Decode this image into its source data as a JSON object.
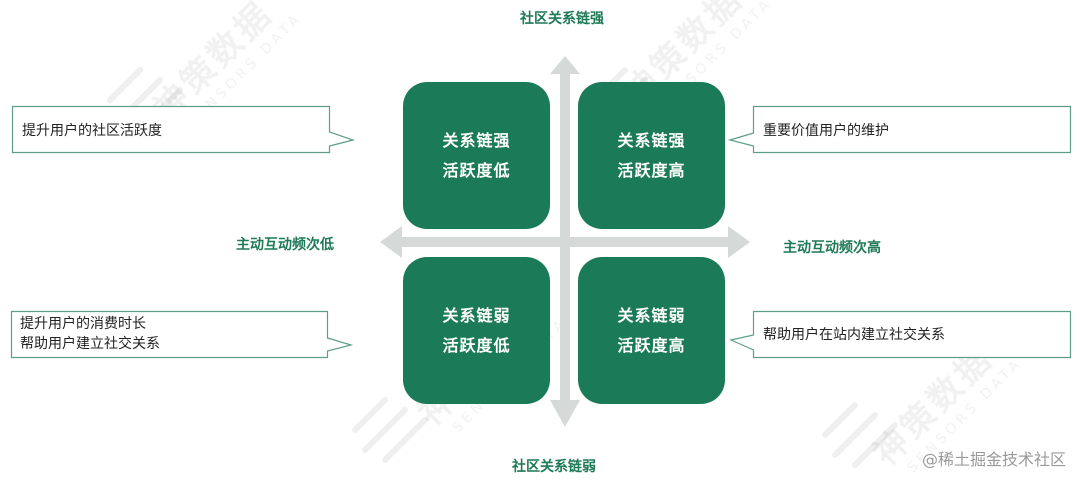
{
  "diagram": {
    "type": "quadrant",
    "axes": {
      "top": "社区关系链强",
      "bottom": "社区关系链弱",
      "left": "主动互动频次低",
      "right": "主动互动频次高"
    },
    "quadrants": [
      {
        "position": "top-left",
        "line1": "关系链强",
        "line2": "活跃度低"
      },
      {
        "position": "top-right",
        "line1": "关系链强",
        "line2": "活跃度高"
      },
      {
        "position": "bottom-left",
        "line1": "关系链弱",
        "line2": "活跃度低"
      },
      {
        "position": "bottom-right",
        "line1": "关系链弱",
        "line2": "活跃度高"
      }
    ],
    "callouts": [
      {
        "position": "top-left",
        "lines": [
          "提升用户的社区活跃度"
        ]
      },
      {
        "position": "top-right",
        "lines": [
          "重要价值用户的维护"
        ]
      },
      {
        "position": "bottom-left",
        "lines": [
          "提升用户的消费时长",
          "帮助用户建立社交关系"
        ]
      },
      {
        "position": "bottom-right",
        "lines": [
          "帮助用户在站内建立社交关系"
        ]
      }
    ]
  },
  "watermark": {
    "cn": "神策数据",
    "en": "SENSORS DATA"
  },
  "credit": "@稀土掘金技术社区",
  "colors": {
    "quadrant_fill": "#1b7a58",
    "axis_label": "#1f7a56",
    "axis_arrow": "#d5d9d7",
    "callout_border": "#5f9e86",
    "callout_text": "#222222",
    "credit_text": "#9a9a9a"
  }
}
